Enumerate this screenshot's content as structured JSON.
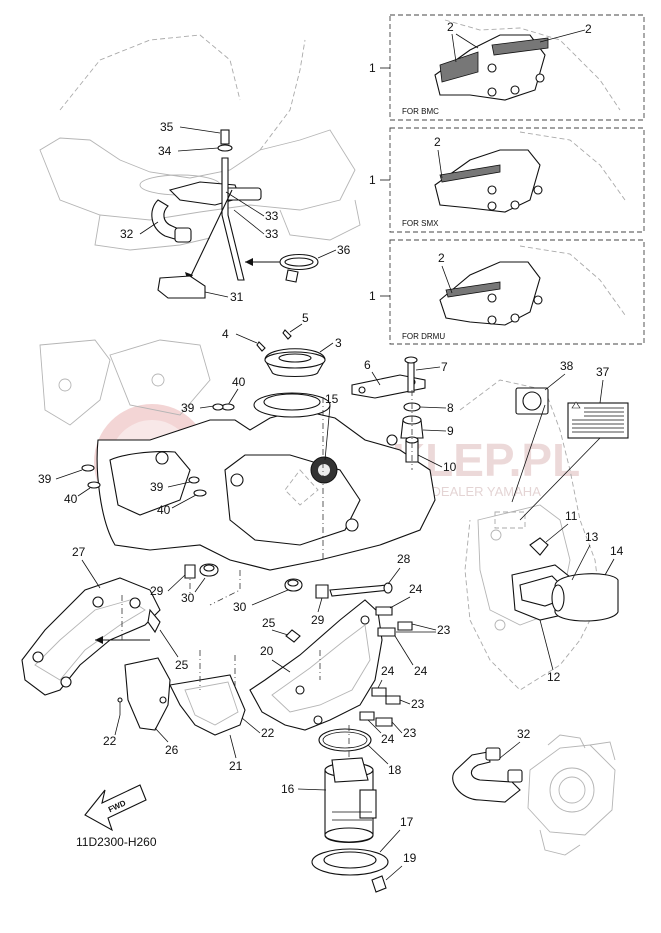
{
  "diagram_code": "11D2300-H260",
  "fwd_label": "FWD",
  "watermark": {
    "main": "YAMASKLEP.PL",
    "sub": "WORKSHOP - AUTORYZOWANY DEALER YAMAHA"
  },
  "variants": [
    {
      "ref": "1",
      "label": "FOR  BMC"
    },
    {
      "ref": "1",
      "label": "FOR  SMX"
    },
    {
      "ref": "1",
      "label": "FOR  DRMU"
    }
  ],
  "callouts": [
    {
      "num": "2"
    },
    {
      "num": "2"
    },
    {
      "num": "2"
    },
    {
      "num": "2"
    },
    {
      "num": "35"
    },
    {
      "num": "34"
    },
    {
      "num": "33"
    },
    {
      "num": "33"
    },
    {
      "num": "32"
    },
    {
      "num": "36"
    },
    {
      "num": "31"
    },
    {
      "num": "4"
    },
    {
      "num": "5"
    },
    {
      "num": "3"
    },
    {
      "num": "6"
    },
    {
      "num": "7"
    },
    {
      "num": "8"
    },
    {
      "num": "9"
    },
    {
      "num": "10"
    },
    {
      "num": "15"
    },
    {
      "num": "38"
    },
    {
      "num": "37"
    },
    {
      "num": "40"
    },
    {
      "num": "39"
    },
    {
      "num": "39"
    },
    {
      "num": "40"
    },
    {
      "num": "39"
    },
    {
      "num": "40"
    },
    {
      "num": "11"
    },
    {
      "num": "13"
    },
    {
      "num": "14"
    },
    {
      "num": "12"
    },
    {
      "num": "27"
    },
    {
      "num": "29"
    },
    {
      "num": "30"
    },
    {
      "num": "30"
    },
    {
      "num": "29"
    },
    {
      "num": "28"
    },
    {
      "num": "24"
    },
    {
      "num": "23"
    },
    {
      "num": "24"
    },
    {
      "num": "25"
    },
    {
      "num": "25"
    },
    {
      "num": "20"
    },
    {
      "num": "24"
    },
    {
      "num": "23"
    },
    {
      "num": "24"
    },
    {
      "num": "23"
    },
    {
      "num": "22"
    },
    {
      "num": "26"
    },
    {
      "num": "22"
    },
    {
      "num": "21"
    },
    {
      "num": "18"
    },
    {
      "num": "16"
    },
    {
      "num": "17"
    },
    {
      "num": "19"
    },
    {
      "num": "32"
    }
  ]
}
